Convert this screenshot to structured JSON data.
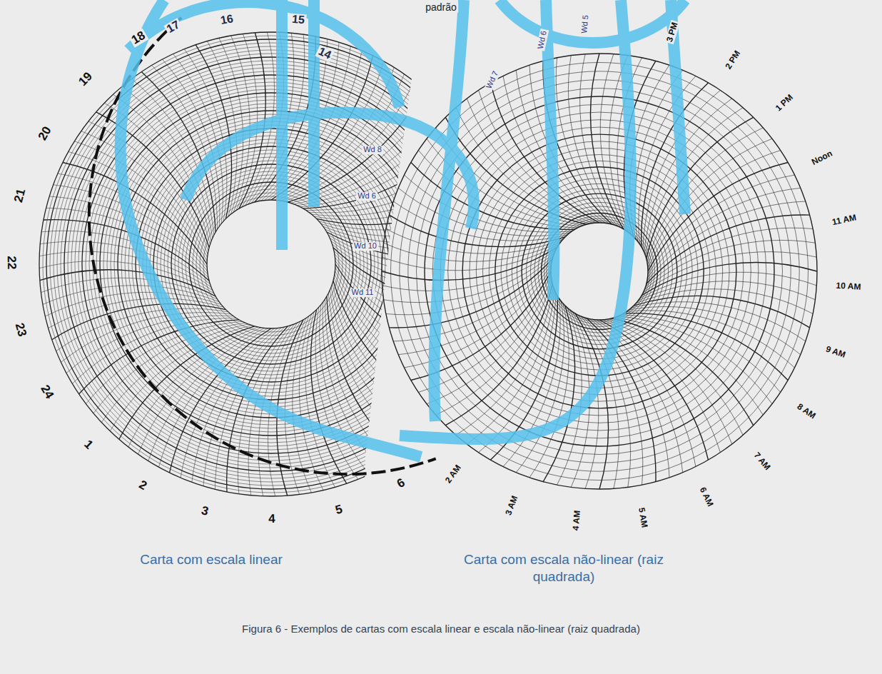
{
  "diagram": {
    "caption": "Figura 6 - Exemplos de cartas com escala linear e escala não-linear (raiz quadrada)",
    "labels": [
      "padrão",
      "18",
      "19",
      "20",
      "21",
      "22",
      "23",
      "24",
      "1",
      "2",
      "3",
      "4",
      "5",
      "6",
      "17",
      "16",
      "15",
      "14",
      "Wd 8",
      "Wd 6",
      "Wd 10",
      "Wd 11",
      "Wd 7",
      "Wd 6",
      "Wd 5",
      "3 PM",
      "2 PM",
      "1 PM",
      "Noon",
      "11 AM",
      "10 AM",
      "9 AM",
      "8 AM",
      "7 AM",
      "6 AM",
      "5 AM",
      "4 AM",
      "3 AM",
      "2 AM",
      "Carta com escala linear",
      "Carta com escala não-linear (raiz quadrada)"
    ]
  }
}
